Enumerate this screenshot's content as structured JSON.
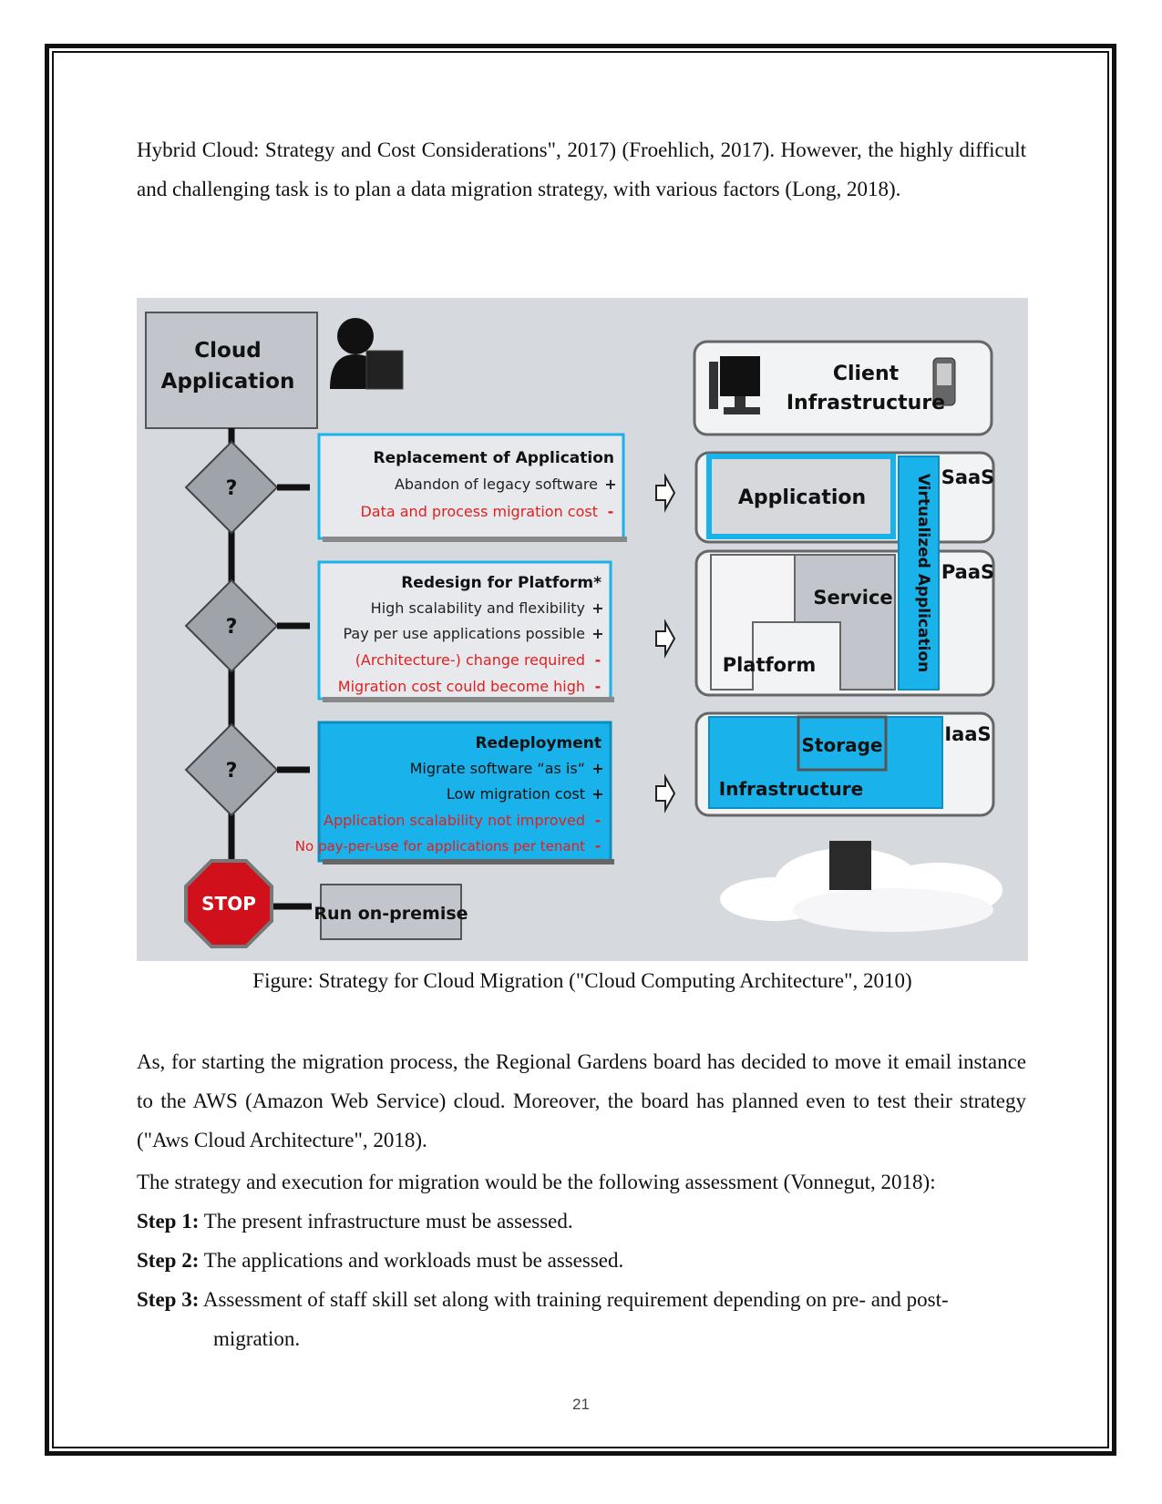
{
  "page": {
    "intro_paragraph": "Hybrid Cloud: Strategy and Cost Considerations\", 2017) (Froehlich, 2017). However, the highly difficult and challenging task is to plan a data migration strategy, with various factors (Long, 2018).",
    "caption": "Figure: Strategy for Cloud Migration (\"Cloud Computing Architecture\", 2010)",
    "para2": "As, for starting the migration process, the Regional Gardens board has decided to move it email instance to the AWS (Amazon Web Service) cloud. Moreover, the board has planned even to test their strategy (\"Aws Cloud Architecture\", 2018).",
    "strategy_line": "The strategy and execution for migration would be the following assessment (Vonnegut, 2018):",
    "steps": [
      {
        "label": "Step 1:",
        "text": " The present infrastructure must be assessed."
      },
      {
        "label": "Step 2:",
        "text": " The applications and workloads must be assessed."
      },
      {
        "label": "Step 3:",
        "text": " Assessment of staff skill set along with training requirement depending on pre- and post-",
        "continuation": "migration."
      }
    ],
    "page_number": "21"
  },
  "figure": {
    "cloud_app_line1": "Cloud",
    "cloud_app_line2": "Application",
    "decision_mark": "?",
    "option1": {
      "title": "Replacement of Application",
      "items": [
        {
          "text": "Abandon of legacy software",
          "sign": "+"
        },
        {
          "text": "Data and process migration cost",
          "sign": "-"
        }
      ]
    },
    "option2": {
      "title": "Redesign for Platform*",
      "items": [
        {
          "text": "High scalability and flexibility",
          "sign": "+"
        },
        {
          "text": "Pay per use applications possible",
          "sign": "+"
        },
        {
          "text": "(Architecture-) change required",
          "sign": "-"
        },
        {
          "text": "Migration cost could become high",
          "sign": "-"
        }
      ]
    },
    "option3": {
      "title": "Redeployment",
      "items": [
        {
          "text": "Migrate software “as is“",
          "sign": "+"
        },
        {
          "text": "Low migration cost",
          "sign": "+"
        },
        {
          "text": "Application scalability not improved",
          "sign": "-"
        },
        {
          "text": "No pay-per-use for applications per tenant",
          "sign": "-"
        }
      ]
    },
    "stop_label": "STOP",
    "run_on_premise": "Run on-premise",
    "client_line1": "Client",
    "client_line2": "Infrastructure",
    "application_label": "Application",
    "virtualized_label": "Virtualized Application",
    "saas": "SaaS",
    "paas": "PaaS",
    "iaas": "IaaS",
    "service_label": "Service",
    "platform_label": "Platform",
    "storage_label": "Storage",
    "infrastructure_label": "Infrastructure",
    "colors": {
      "blue": "#19b2ea",
      "gray_box": "#c2c5cc",
      "red_text": "#e02020",
      "stop_red": "#d0101a"
    }
  }
}
